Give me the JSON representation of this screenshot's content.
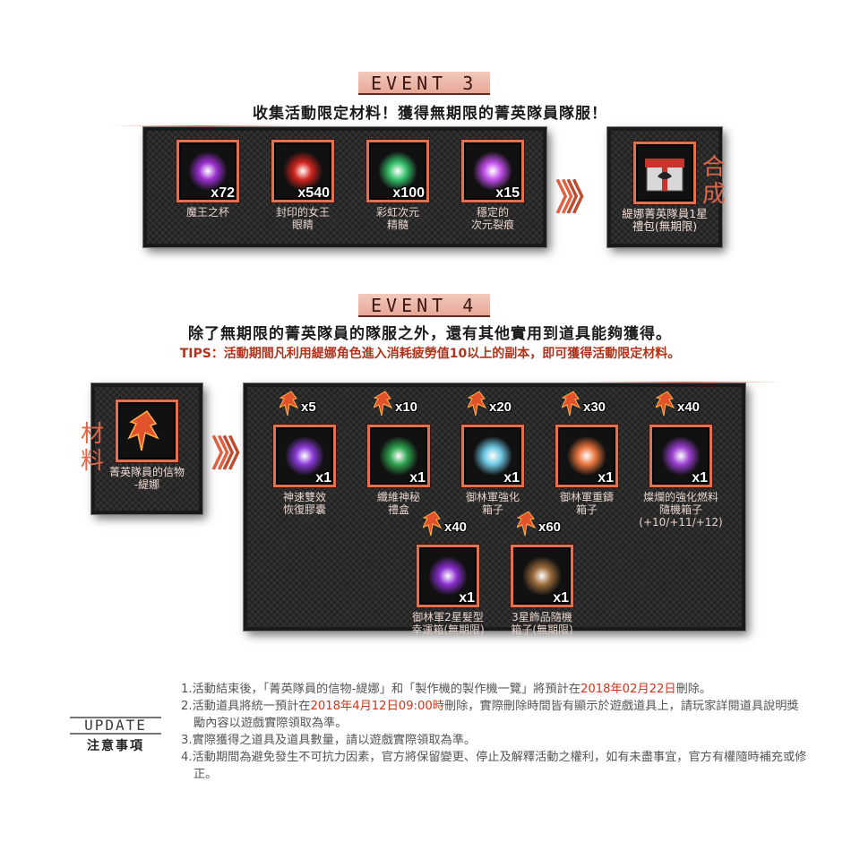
{
  "event3": {
    "badge": "EVENT 3",
    "headline": "收集活動限定材料！獲得無期限的菁英隊員隊服！",
    "materials": [
      {
        "qty": "x72",
        "name": "魔王之杯",
        "icon": "demon-cup-icon",
        "color": "#9b2fd0"
      },
      {
        "qty": "x540",
        "name": "封印的女王\n眼睛",
        "icon": "sealed-queen-eye-icon",
        "color": "#d0241e"
      },
      {
        "qty": "x100",
        "name": "彩虹次元\n精髓",
        "icon": "rainbow-essence-icon",
        "color": "#35c06a"
      },
      {
        "qty": "x15",
        "name": "穩定的\n次元裂痕",
        "icon": "dimension-rift-icon",
        "color": "#c04ee8"
      }
    ],
    "arrow": "》",
    "result_label": "合成",
    "result": {
      "name": "緹娜菁英隊員1星\n禮包(無期限)",
      "icon": "gift-box-icon"
    }
  },
  "event4": {
    "badge": "EVENT 4",
    "headline": "除了無期限的菁英隊員的隊服之外，還有其他實用到道具能夠獲得。",
    "tips": "TIPS：活動期間凡利用緹娜角色進入消耗疲勞值10以上的副本，即可獲得活動限定材料。",
    "material_label": "材料",
    "material": {
      "name": "菁英隊員的信物\n-緹娜",
      "icon": "elite-token-icon"
    },
    "arrow": "》",
    "rewards": [
      {
        "cost": "x5",
        "qty": "x1",
        "name": "神速雙效\n恢復膠囊",
        "icon": "recovery-capsule-icon",
        "color": "#8a3ad8"
      },
      {
        "cost": "x10",
        "qty": "x1",
        "name": "纖維神秘\n禮盒",
        "icon": "mystery-box-icon",
        "color": "#2ea44f"
      },
      {
        "cost": "x20",
        "qty": "x1",
        "name": "御林軍強化\n箱子",
        "icon": "enhance-box-icon",
        "color": "#6cc6e2"
      },
      {
        "cost": "x30",
        "qty": "x1",
        "name": "御林軍重鑄\n箱子",
        "icon": "reforge-box-icon",
        "color": "#e8743c"
      },
      {
        "cost": "x40",
        "qty": "x1",
        "name": "燦爛的強化燃料\n隨機箱子\n(+10/+11/+12)",
        "icon": "fuel-chest-icon",
        "color": "#9a3fd0"
      },
      {
        "cost": "x40",
        "qty": "x1",
        "name": "御林軍2星髮型\n幸運箱(無期限)",
        "icon": "hair-lucky-bag-icon",
        "color": "#8a2fd0"
      },
      {
        "cost": "x60",
        "qty": "x1",
        "name": "3星飾品隨機\n箱子(無期限)",
        "icon": "wooden-chest-icon",
        "color": "#9a6a3a"
      }
    ]
  },
  "update": {
    "badge": "UPDATE",
    "subtitle": "注意事項",
    "notes": [
      {
        "pre": "1.活動結束後，「菁英隊員的信物-緹娜」和「製作機的製作機一覽」將預計在",
        "red": "2018年02月22日",
        "post": "刪除。"
      },
      {
        "pre": "2.活動道具將統一預計在",
        "red": "2018年4月12日09:00時",
        "post": "刪除，實際刪除時間皆有顯示於遊戲道具上，請玩家詳閱道具說明獎勵內容以遊戲實際領取為準。"
      },
      {
        "pre": "3.實際獲得之道具及道具數量，請以遊戲實際領取為準。",
        "red": "",
        "post": ""
      },
      {
        "pre": "4.活動期間為避免發生不可抗力因素，官方將保留變更、停止及解釋活動之權利，如有未盡事宜，官方有權隨時補充或修正。",
        "red": "",
        "post": ""
      }
    ]
  },
  "colors": {
    "accent": "#e2724f",
    "red_text": "#d0341a",
    "panel": "#2a2a2a"
  }
}
